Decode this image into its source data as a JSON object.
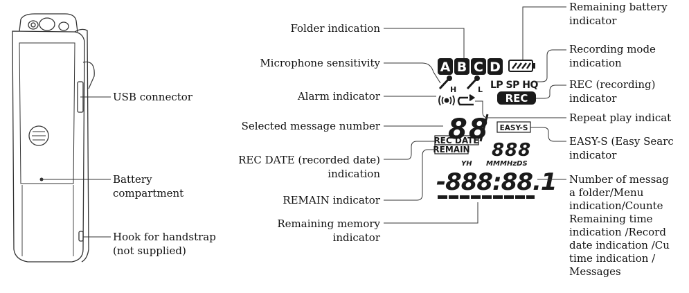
{
  "left_labels": {
    "usb": "USB connector",
    "battery_1": "Battery",
    "battery_2": "compartment",
    "hook_1": "Hook for handstrap",
    "hook_2": "(not supplied)"
  },
  "mid_labels": {
    "folder": "Folder indication",
    "mic": "Microphone sensitivity",
    "alarm": "Alarm indicator",
    "selected": "Selected message number",
    "recdate_1": "REC DATE (recorded date)",
    "recdate_2": "indication",
    "remain": "REMAIN indicator",
    "memory_1": "Remaining memory",
    "memory_2": "indicator"
  },
  "right_labels": {
    "battery_1": "Remaining battery",
    "battery_2": "indicator",
    "mode_1": "Recording mode",
    "mode_2": "indication",
    "rec_1": "REC (recording)",
    "rec_2": "indicator",
    "repeat": "Repeat play indicat",
    "easys_1": "EASY-S (Easy Searc",
    "easys_2": "indicator",
    "number_1": "Number of messag",
    "number_2": "a folder/Menu",
    "number_3": "indication/Counte",
    "number_4": "Remaining time",
    "number_5": "indication /Record",
    "number_6": "date indication /Cu",
    "number_7": "time indication /",
    "number_8": "Messages"
  },
  "display": {
    "folders": [
      "A",
      "B",
      "C",
      "D"
    ],
    "mic_h": "H",
    "mic_l": "L",
    "modes": "LP SP HQ",
    "rec": "REC",
    "msg_number": "88",
    "easy_s": "EASY-S",
    "rec_date": "REC DATE",
    "remain": "REMAIN",
    "small_counter": "888",
    "unit_yh": "YH",
    "unit_mm": "MM",
    "unit_mhzds": "MHzDS",
    "counter": "-888:88.1"
  },
  "colors": {
    "line": "#333333",
    "lcd_black": "#1a1a1a"
  }
}
